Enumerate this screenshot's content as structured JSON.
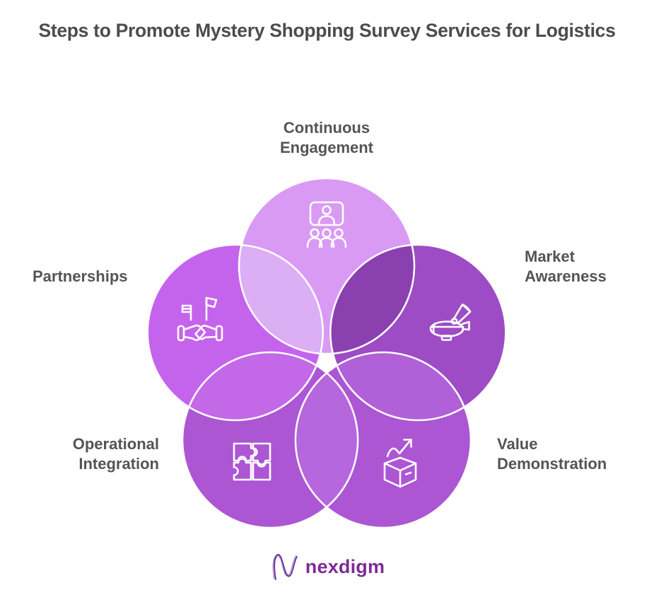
{
  "title": "Steps to Promote Mystery Shopping Survey Services for Logistics",
  "diagram": {
    "type": "venn-flower-5",
    "outline_color": "#ffffff",
    "icon_stroke_color": "#ffffff",
    "steps": [
      {
        "label": "Continuous Engagement",
        "position": "top",
        "icon": "audience-presentation-icon",
        "circle_color": "#d99af4"
      },
      {
        "label": "Market Awareness",
        "position": "right",
        "icon": "advertising-blimp-megaphone-icon",
        "circle_color": "#9d4cc6"
      },
      {
        "label": "Value Demonstration",
        "position": "bottom-right",
        "icon": "open-box-growth-arrow-icon",
        "circle_color": "#ac56d4"
      },
      {
        "label": "Operational Integration",
        "position": "bottom-left",
        "icon": "puzzle-pieces-icon",
        "circle_color": "#ac56d4"
      },
      {
        "label": "Partnerships",
        "position": "left",
        "icon": "handshake-flags-icon",
        "circle_color": "#c464ec"
      }
    ],
    "overlaps": {
      "engagement_partnerships": "#dcaef4",
      "engagement_market": "#8b40af",
      "market_value": "#b161d8",
      "value_operational": "#b767de",
      "operational_partnerships": "#c369e7"
    },
    "text_colors": {
      "title": "#4c4c4e",
      "labels": "#545458"
    }
  },
  "branding": {
    "logo_text": "nexdigm",
    "logo_color": "#7e2b96"
  }
}
